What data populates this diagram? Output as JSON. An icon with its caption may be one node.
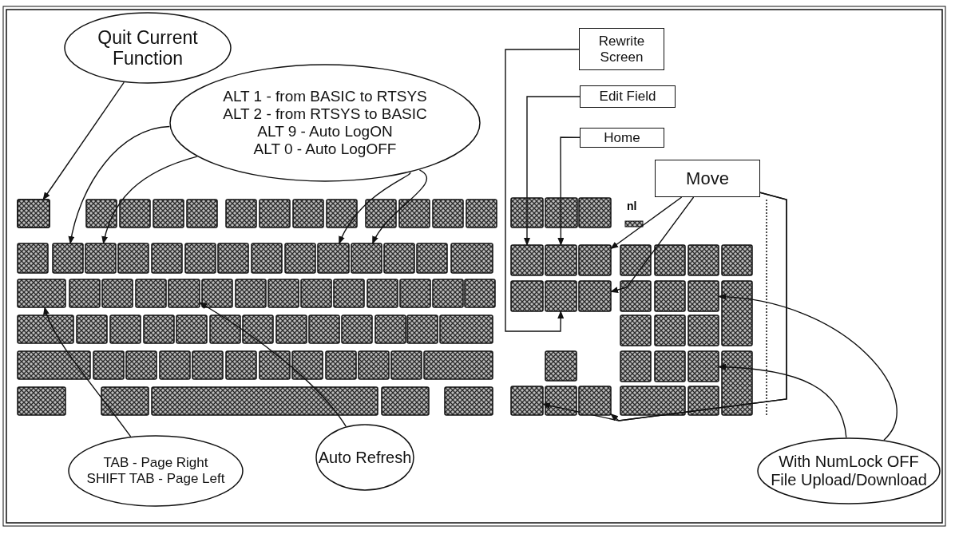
{
  "diagram": {
    "nodes": [
      {
        "text": [
          "Quit Current Function"
        ]
      },
      {
        "text": [
          "ALT 1 - from BASIC to RTSYS",
          "ALT 2 - from RTSYS to BASIC",
          "ALT 9 - Auto LogON",
          "ALT 0 - Auto LogOFF"
        ]
      },
      {
        "text": [
          "Rewrite Screen"
        ]
      },
      {
        "text": [
          "Edit Field"
        ]
      },
      {
        "text": [
          "Home"
        ]
      },
      {
        "text": [
          "Move"
        ]
      },
      {
        "text": [
          "TAB - Page Right",
          "SHIFT TAB - Page Left"
        ]
      },
      {
        "text": [
          "Auto Refresh"
        ]
      },
      {
        "text": [
          "With NumLock OFF",
          "File Upload/Download"
        ]
      },
      {
        "text": [],
        "shape": "box"
      },
      {
        "text": [],
        "shape": "box"
      },
      {
        "text": [],
        "shape": "box"
      },
      {
        "text": [],
        "shape": "box"
      },
      {
        "text": [],
        "shape": "box"
      },
      {
        "text": [],
        "shape": "box"
      },
      {
        "text": [],
        "shape": "box"
      },
      {
        "text": [],
        "shape": "box"
      },
      {
        "text": [],
        "shape": "box"
      },
      {
        "text": [],
        "shape": "box"
      },
      {
        "text": [],
        "shape": "box"
      },
      {
        "text": [],
        "shape": "box"
      },
      {
        "text": [],
        "shape": "box"
      },
      {
        "text": [],
        "shape": "box"
      },
      {
        "text": [],
        "shape": "box"
      },
      {
        "text": [],
        "shape": "box"
      }
    ],
    "edges": [
      {
        "from": 0,
        "to": 9,
        "arrow": "to"
      },
      {
        "from": 1,
        "to": 10,
        "arrow": "to"
      },
      {
        "from": 1,
        "to": 11,
        "arrow": "to"
      },
      {
        "from": 1,
        "to": 12,
        "arrow": "to"
      },
      {
        "from": 1,
        "to": 13,
        "arrow": "to"
      },
      {
        "from": 2,
        "to": 19,
        "arrow": "to"
      },
      {
        "from": 3,
        "to": 16,
        "arrow": "to"
      },
      {
        "from": 4,
        "to": 17,
        "arrow": "to"
      },
      {
        "from": 5,
        "to": 18,
        "arrow": "to"
      },
      {
        "from": 5,
        "to": 20,
        "arrow": "to"
      },
      {
        "from": 5,
        "to": 21,
        "arrow": "to"
      },
      {
        "from": 5,
        "to": 22,
        "arrow": "to"
      },
      {
        "from": 6,
        "to": 14,
        "arrow": "to"
      },
      {
        "from": 7,
        "to": 15,
        "arrow": "to"
      },
      {
        "from": 8,
        "to": 23,
        "arrow": "to"
      },
      {
        "from": 8,
        "to": 24,
        "arrow": "to"
      }
    ],
    "labels": [
      "nl"
    ]
  }
}
